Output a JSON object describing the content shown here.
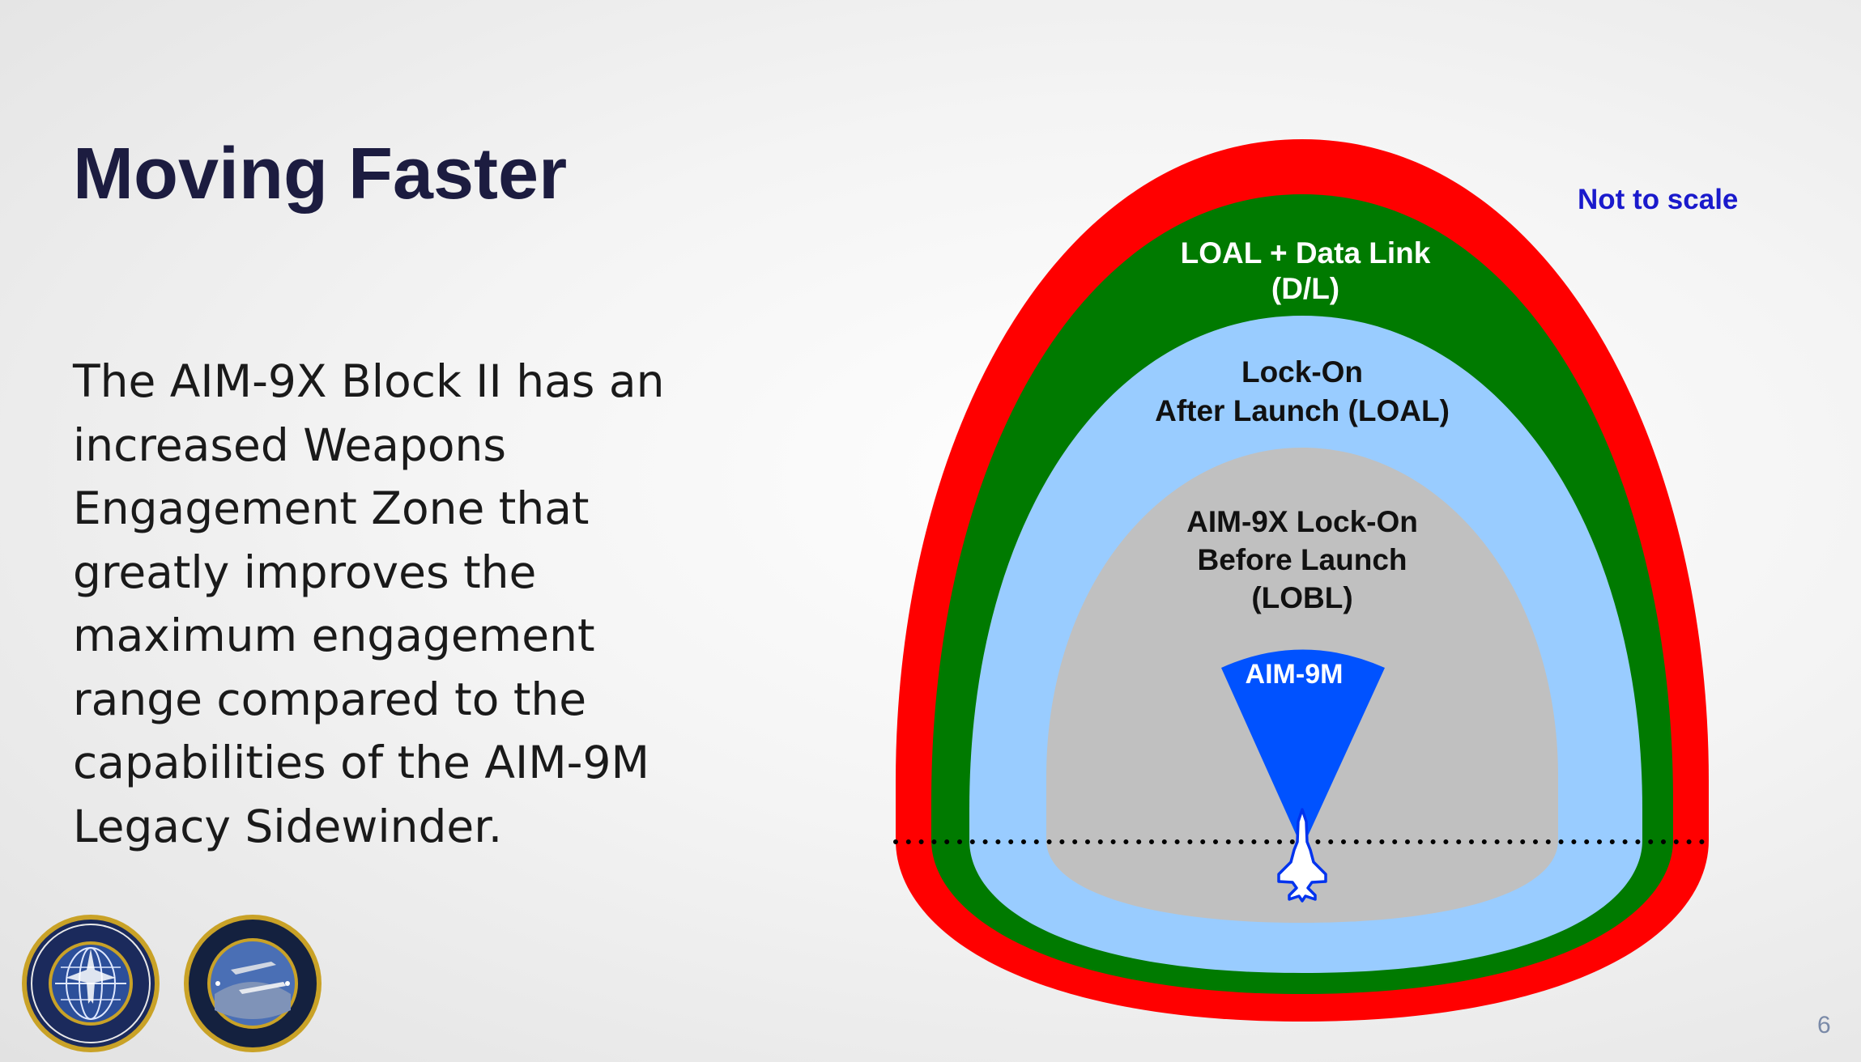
{
  "slide": {
    "title": "Moving Faster",
    "body_lines": [
      "The AIM-9X Block II has an",
      "increased Weapons",
      "Engagement Zone that",
      "greatly improves the",
      "maximum engagement",
      "range compared to the",
      "capabilities of the AIM-9M",
      "Legacy Sidewinder."
    ],
    "page_number": "6"
  },
  "diagram": {
    "note": "Not to scale",
    "zones": {
      "data_link": {
        "line1": "LOAL + Data Link",
        "line2": "(D/L)",
        "color": "#ff0000"
      },
      "loal": {
        "line1": "Lock-On",
        "line2": "After Launch (LOAL)",
        "color": "#007a00"
      },
      "lobl": {
        "line1": "AIM-9X Lock-On",
        "line2": "Before Launch",
        "line3": "(LOBL)",
        "color": "#99ccff"
      },
      "inner": {
        "color": "#c0c0c0"
      },
      "aim9m": {
        "label": "AIM-9M",
        "color": "#0052ff"
      }
    },
    "aircraft_icon": "fighter-jet-icon"
  },
  "logos": [
    {
      "icon": "peo-tactical-aircraft-seal"
    },
    {
      "icon": "pma-259-air-to-air-missiles-seal"
    }
  ]
}
